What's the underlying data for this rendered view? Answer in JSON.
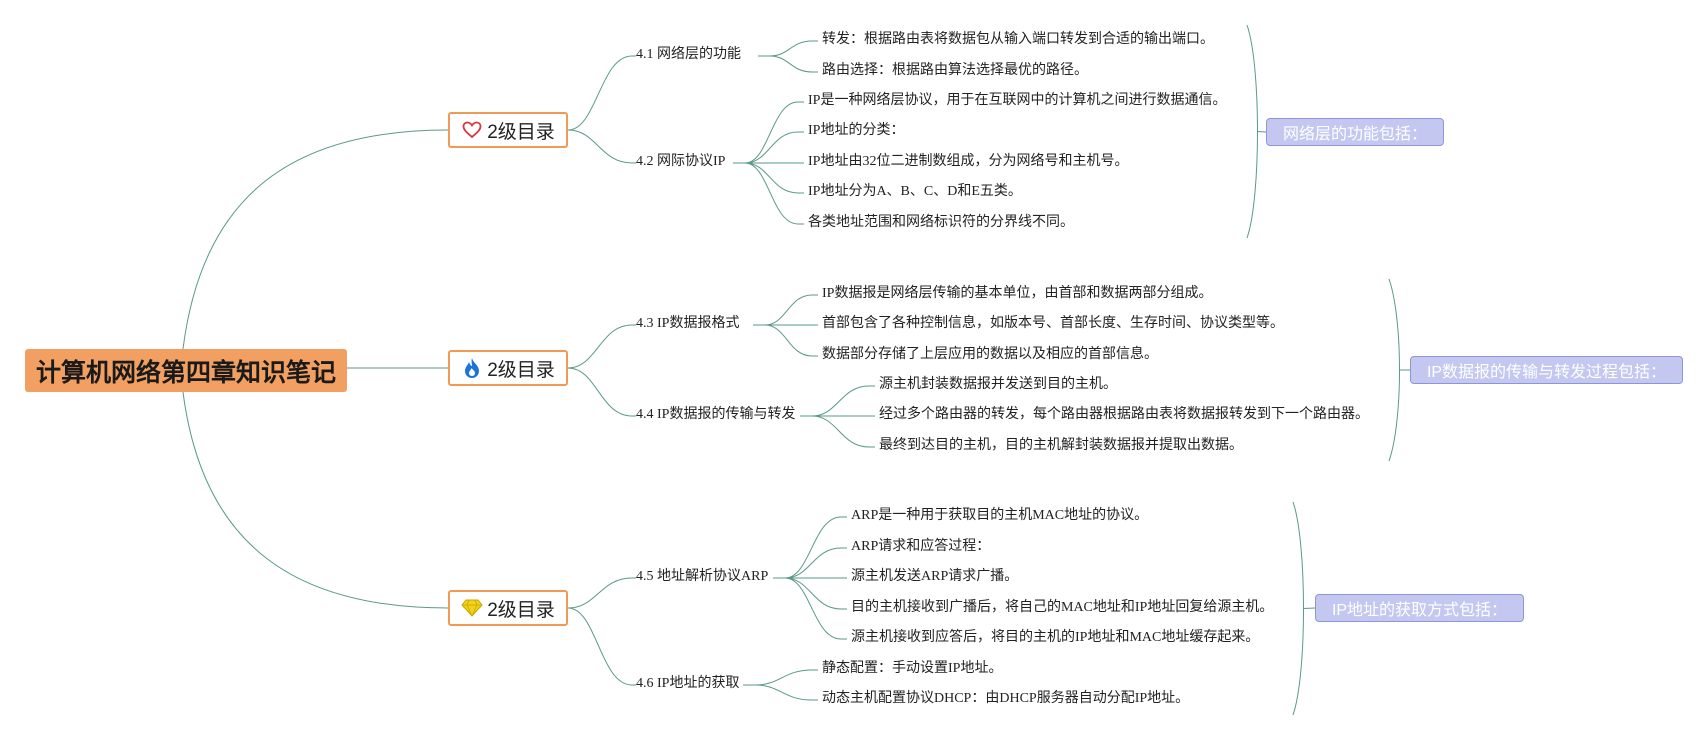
{
  "root": {
    "title": "计算机网络第四章知识笔记"
  },
  "sections": [
    {
      "label": "2级目录",
      "icon": "heart-icon",
      "summary": "网络层的功能包括：",
      "topics": [
        {
          "title": "4.1 网络层的功能",
          "items": [
            "转发：根据路由表将数据包从输入端口转发到合适的输出端口。",
            "路由选择：根据路由算法选择最优的路径。"
          ]
        },
        {
          "title": "4.2 网际协议IP",
          "items": [
            "IP是一种网络层协议，用于在互联网中的计算机之间进行数据通信。",
            "IP地址的分类：",
            "IP地址由32位二进制数组成，分为网络号和主机号。",
            "IP地址分为A、B、C、D和E五类。",
            "各类地址范围和网络标识符的分界线不同。"
          ]
        }
      ]
    },
    {
      "label": "2级目录",
      "icon": "fire-icon",
      "summary": "IP数据报的传输与转发过程包括：",
      "topics": [
        {
          "title": "4.3 IP数据报格式",
          "items": [
            "IP数据报是网络层传输的基本单位，由首部和数据两部分组成。",
            "首部包含了各种控制信息，如版本号、首部长度、生存时间、协议类型等。",
            "数据部分存储了上层应用的数据以及相应的首部信息。"
          ]
        },
        {
          "title": "4.4 IP数据报的传输与转发",
          "items": [
            "源主机封装数据报并发送到目的主机。",
            "经过多个路由器的转发，每个路由器根据路由表将数据报转发到下一个路由器。",
            "最终到达目的主机，目的主机解封装数据报并提取出数据。"
          ]
        }
      ]
    },
    {
      "label": "2级目录",
      "icon": "diamond-icon",
      "summary": "IP地址的获取方式包括：",
      "topics": [
        {
          "title": "4.5 地址解析协议ARP",
          "items": [
            "ARP是一种用于获取目的主机MAC地址的协议。",
            "ARP请求和应答过程：",
            "源主机发送ARP请求广播。",
            "目的主机接收到广播后，将自己的MAC地址和IP地址回复给源主机。",
            "源主机接收到应答后，将目的主机的IP地址和MAC地址缓存起来。"
          ]
        },
        {
          "title": "4.6 IP地址的获取",
          "items": [
            "静态配置：手动设置IP地址。",
            "动态主机配置协议DHCP：由DHCP服务器自动分配IP地址。"
          ]
        }
      ]
    }
  ],
  "colors": {
    "line": "#5b9a82",
    "root": "#f29f62",
    "l2_border": "#ef9a55",
    "summary_bg": "#c4c8f1",
    "summary_border": "#8d97d8",
    "heart": "#d9363e",
    "fire": "#1e73d8",
    "diamond": "#f2d21b"
  }
}
